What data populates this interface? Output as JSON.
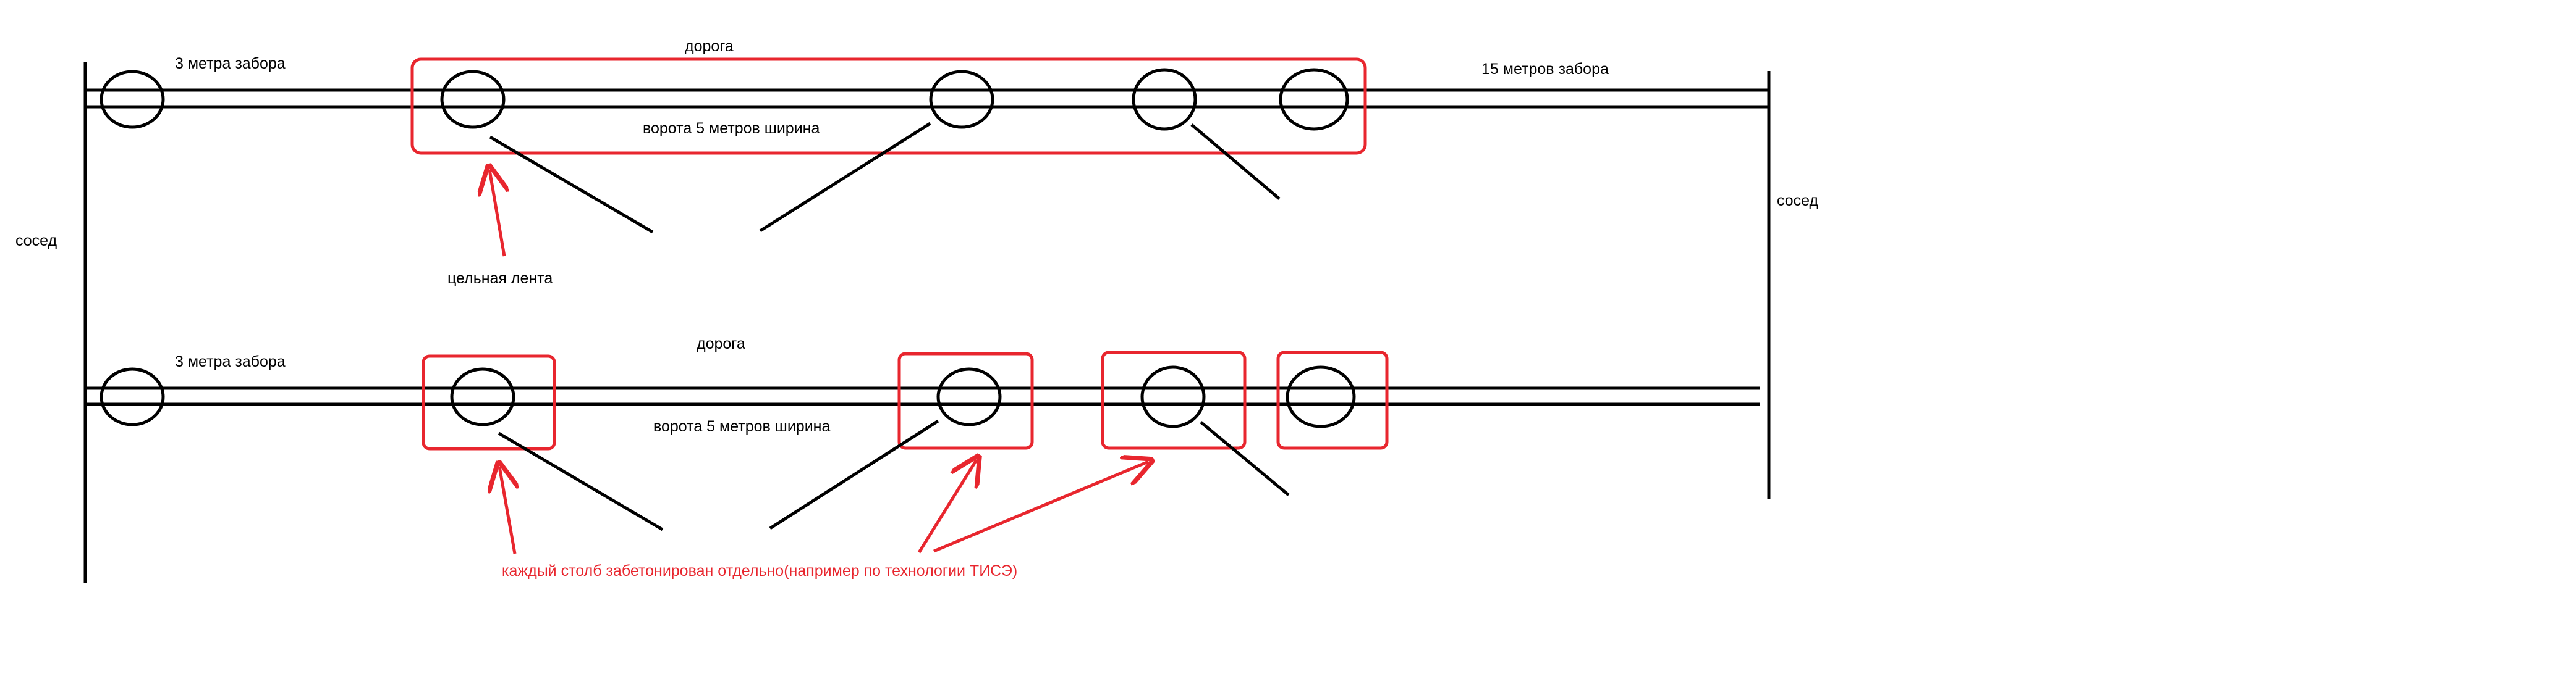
{
  "colors": {
    "ink": "#000000",
    "accent": "#e8262e",
    "background": "#ffffff"
  },
  "labels": {
    "left_neighbor": "сосед",
    "right_neighbor": "сосед",
    "top": {
      "road": "дорога",
      "fence_left": "3 метра забора",
      "fence_right": "15 метров забора",
      "gate": "ворота 5 метров ширина",
      "callout": "цельная лента"
    },
    "bottom": {
      "road": "дорога",
      "fence_left": "3 метра забора",
      "gate": "ворота 5 метров ширина",
      "callout": "каждый столб забетонирован отдельно(например по технологии ТИСЭ)"
    }
  }
}
